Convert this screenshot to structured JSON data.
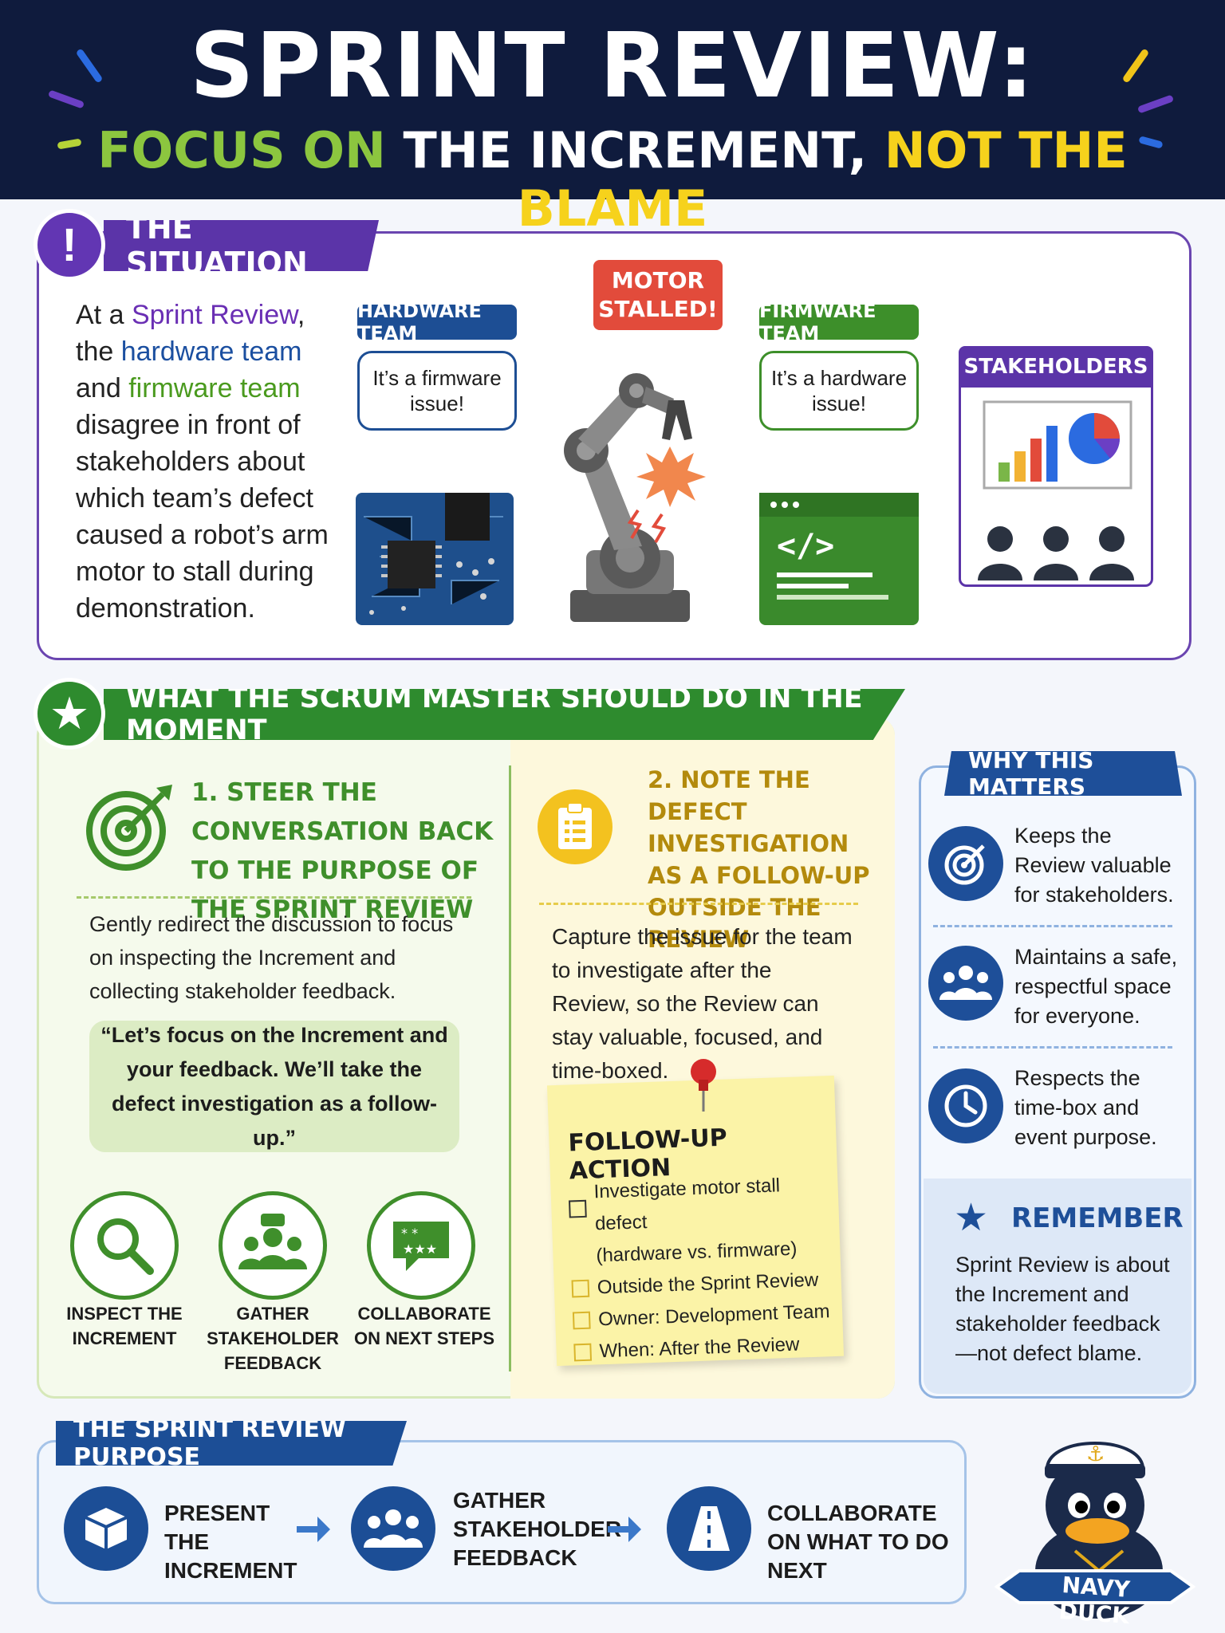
{
  "header": {
    "title": "SPRINT REVIEW:",
    "subtitle_part1": "FOCUS ON",
    "subtitle_part2": "THE INCREMENT,",
    "subtitle_part3": "NOT THE BLAME"
  },
  "situation": {
    "heading": "THE SITUATION",
    "icon": "exclamation-icon",
    "text": {
      "t1": "At a ",
      "sprint_review": "Sprint Review",
      "t2": ", the ",
      "hardware_team": "hardware team",
      "t3": " and ",
      "firmware_team": "firmware team",
      "t4": " disagree in front of stakeholders about which team’s defect caused a robot’s arm motor to stall during demonstration."
    },
    "hardware_tag": "HARDWARE TEAM",
    "hardware_quote": "It’s a firmware issue!",
    "motor_tag": "MOTOR STALLED!",
    "firmware_tag": "FIRMWARE TEAM",
    "firmware_quote": "It’s a hardware issue!",
    "stakeholders_tag": "STAKEHOLDERS"
  },
  "moment": {
    "heading": "WHAT THE SCRUM MASTER SHOULD DO IN THE MOMENT",
    "step1": {
      "title": "1. STEER THE CONVERSATION BACK TO THE PURPOSE OF THE SPRINT REVIEW",
      "body": "Gently redirect the discussion to focus on inspecting the Increment and collecting stakeholder feedback.",
      "quote": "“Let’s focus on the Increment and your feedback. We’ll take the defect investigation as a follow-up.”",
      "actions": [
        {
          "label": "INSPECT THE INCREMENT",
          "icon": "magnifier-icon"
        },
        {
          "label": "GATHER STAKEHOLDER FEEDBACK",
          "icon": "group-icon"
        },
        {
          "label": "COLLABORATE ON NEXT STEPS",
          "icon": "chat-icon"
        }
      ]
    },
    "step2": {
      "title": "2. NOTE THE DEFECT INVESTIGATION AS A FOLLOW-UP OUTSIDE THE REVIEW",
      "body": "Capture the issue for the team to investigate after the Review, so the Review can stay valuable, focused, and time-boxed.",
      "note_title": "FOLLOW-UP ACTION",
      "note_items": [
        "Investigate motor stall defect",
        "(hardware vs. firmware)",
        "Outside the Sprint Review",
        "Owner: Development Team",
        "When: After the Review"
      ]
    }
  },
  "why": {
    "heading": "WHY THIS MATTERS",
    "items": [
      {
        "text": "Keeps the Review valuable for stakeholders.",
        "icon": "target-icon"
      },
      {
        "text": "Maintains a safe, respectful space for everyone.",
        "icon": "people-icon"
      },
      {
        "text": "Respects the time-box and event purpose.",
        "icon": "clock-icon"
      }
    ],
    "remember_title": "REMEMBER",
    "remember_text": "Sprint Review is about the Increment and stakeholder feedback—not defect blame."
  },
  "purpose": {
    "heading": "THE SPRINT REVIEW PURPOSE",
    "steps": [
      {
        "text": "PRESENT THE INCREMENT",
        "icon": "box-icon"
      },
      {
        "text": "GATHER STAKEHOLDER FEEDBACK",
        "icon": "group-icon"
      },
      {
        "text": "COLLABORATE ON WHAT TO DO NEXT",
        "icon": "road-icon"
      }
    ]
  },
  "mascot": {
    "banner": "NAVY DUCK"
  },
  "colors": {
    "navy": "#0f1b3d",
    "purple": "#6a45b0",
    "green": "#2e8b2e",
    "yellow": "#f6d21c",
    "blue": "#1e4f99",
    "red": "#e24b3b"
  }
}
